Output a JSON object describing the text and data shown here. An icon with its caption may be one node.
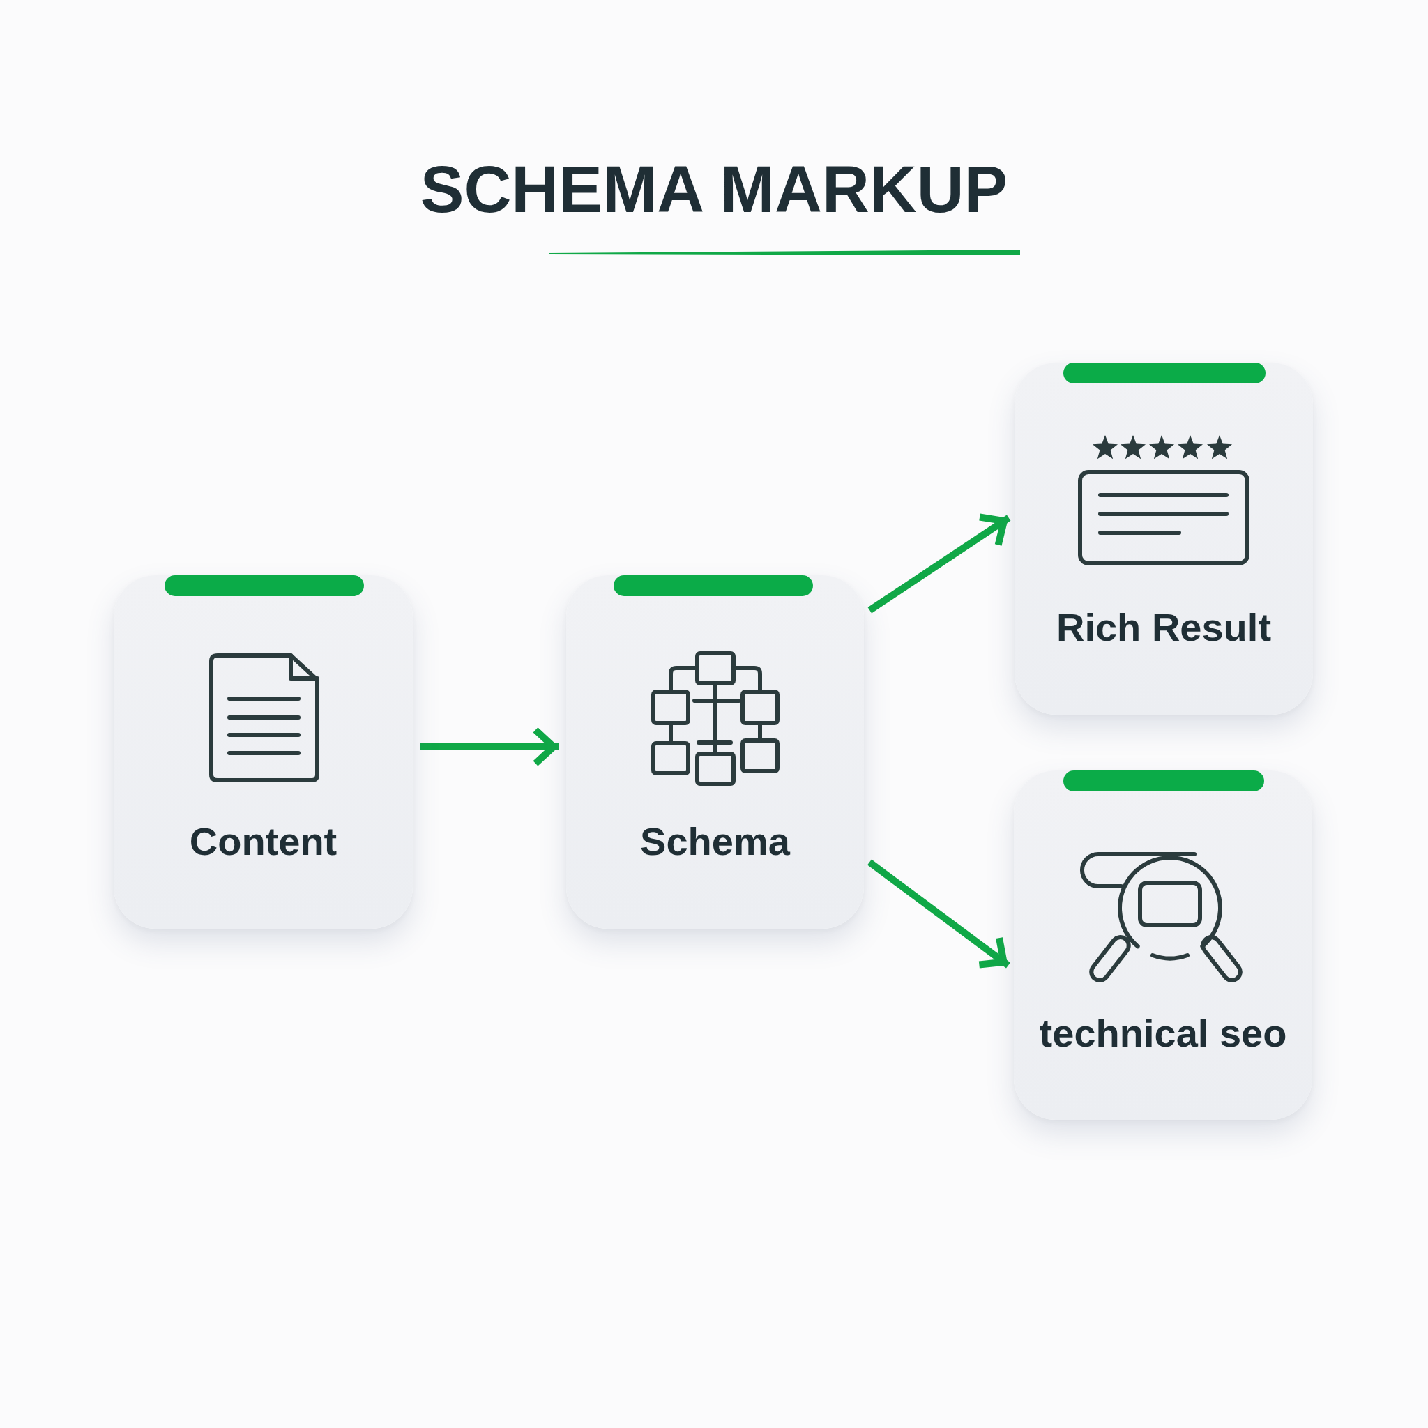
{
  "diagram": {
    "title": "SCHEMA MARKUP",
    "nodes": [
      {
        "text": [
          "Content"
        ]
      },
      {
        "text": [
          "Schema"
        ]
      },
      {
        "text": [
          "Rich Result"
        ]
      },
      {
        "text": [
          "technical seo"
        ]
      }
    ],
    "edges": [
      {
        "from": 0,
        "to": 1,
        "arrow": "to"
      },
      {
        "from": 1,
        "to": 2,
        "arrow": "to"
      },
      {
        "from": 1,
        "to": 3,
        "arrow": "to"
      }
    ]
  }
}
